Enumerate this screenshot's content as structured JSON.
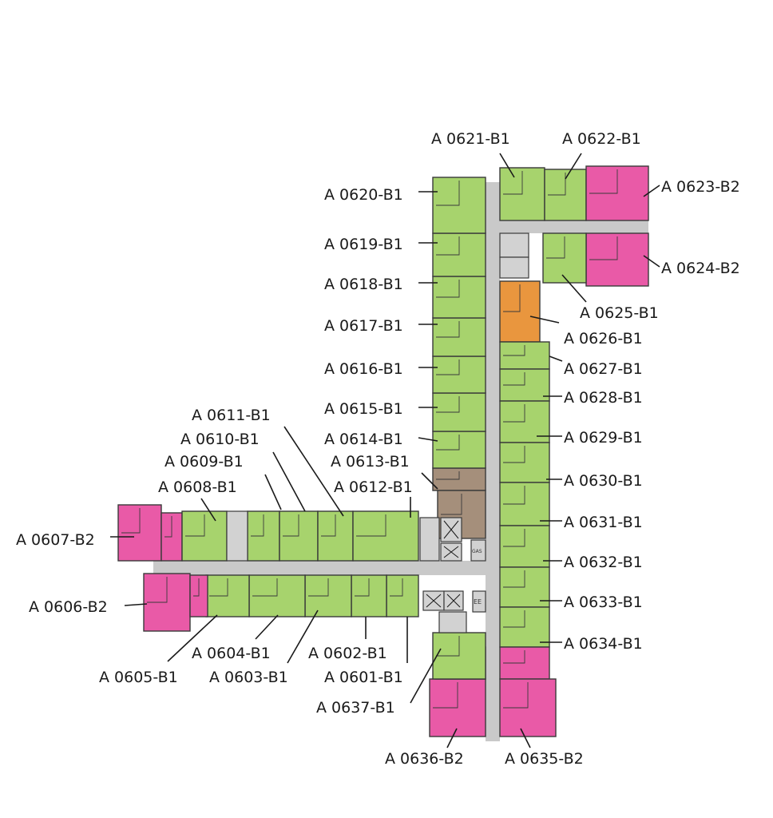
{
  "colors": {
    "B1": "#a7d36d",
    "B2": "#e95aa7",
    "orange": "#e9963e",
    "brown": "#a58f7b",
    "corridor": "#c9c9c9",
    "outline": "#3a3a3a"
  },
  "core": {
    "gas_label": "GAS",
    "ee_label": "EE"
  },
  "units": [
    {
      "id": "A 0601-B1",
      "label": "A 0601-B1",
      "type": "B1"
    },
    {
      "id": "A 0602-B1",
      "label": "A 0602-B1",
      "type": "B1"
    },
    {
      "id": "A 0603-B1",
      "label": "A 0603-B1",
      "type": "B1"
    },
    {
      "id": "A 0604-B1",
      "label": "A 0604-B1",
      "type": "B1"
    },
    {
      "id": "A 0605-B1",
      "label": "A 0605-B1",
      "type": "B1"
    },
    {
      "id": "A 0606-B2",
      "label": "A 0606-B2",
      "type": "B2"
    },
    {
      "id": "A 0607-B2",
      "label": "A 0607-B2",
      "type": "B2"
    },
    {
      "id": "A 0608-B1",
      "label": "A 0608-B1",
      "type": "B1"
    },
    {
      "id": "A 0609-B1",
      "label": "A 0609-B1",
      "type": "B1"
    },
    {
      "id": "A 0610-B1",
      "label": "A 0610-B1",
      "type": "B1"
    },
    {
      "id": "A 0611-B1",
      "label": "A 0611-B1",
      "type": "B1"
    },
    {
      "id": "A 0612-B1",
      "label": "A 0612-B1",
      "type": "B1"
    },
    {
      "id": "A 0613-B1",
      "label": "A 0613-B1",
      "type": "brown"
    },
    {
      "id": "A 0614-B1",
      "label": "A 0614-B1",
      "type": "B1"
    },
    {
      "id": "A 0615-B1",
      "label": "A 0615-B1",
      "type": "B1"
    },
    {
      "id": "A 0616-B1",
      "label": "A 0616-B1",
      "type": "B1"
    },
    {
      "id": "A 0617-B1",
      "label": "A 0617-B1",
      "type": "B1"
    },
    {
      "id": "A 0618-B1",
      "label": "A 0618-B1",
      "type": "B1"
    },
    {
      "id": "A 0619-B1",
      "label": "A 0619-B1",
      "type": "B1"
    },
    {
      "id": "A 0620-B1",
      "label": "A 0620-B1",
      "type": "B1"
    },
    {
      "id": "A 0621-B1",
      "label": "A 0621-B1",
      "type": "B1"
    },
    {
      "id": "A 0622-B1",
      "label": "A 0622-B1",
      "type": "B1"
    },
    {
      "id": "A 0623-B2",
      "label": "A 0623-B2",
      "type": "B2"
    },
    {
      "id": "A 0624-B2",
      "label": "A 0624-B2",
      "type": "B2"
    },
    {
      "id": "A 0625-B1",
      "label": "A 0625-B1",
      "type": "B1"
    },
    {
      "id": "A 0626-B1",
      "label": "A 0626-B1",
      "type": "orange"
    },
    {
      "id": "A 0627-B1",
      "label": "A 0627-B1",
      "type": "B1"
    },
    {
      "id": "A 0628-B1",
      "label": "A 0628-B1",
      "type": "B1"
    },
    {
      "id": "A 0629-B1",
      "label": "A 0629-B1",
      "type": "B1"
    },
    {
      "id": "A 0630-B1",
      "label": "A 0630-B1",
      "type": "B1"
    },
    {
      "id": "A 0631-B1",
      "label": "A 0631-B1",
      "type": "B1"
    },
    {
      "id": "A 0632-B1",
      "label": "A 0632-B1",
      "type": "B1"
    },
    {
      "id": "A 0633-B1",
      "label": "A 0633-B1",
      "type": "B1"
    },
    {
      "id": "A 0634-B1",
      "label": "A 0634-B1",
      "type": "B1"
    },
    {
      "id": "A 0635-B2",
      "label": "A 0635-B2",
      "type": "B2"
    },
    {
      "id": "A 0636-B2",
      "label": "A 0636-B2",
      "type": "B2"
    },
    {
      "id": "A 0637-B1",
      "label": "A 0637-B1",
      "type": "B1"
    }
  ]
}
